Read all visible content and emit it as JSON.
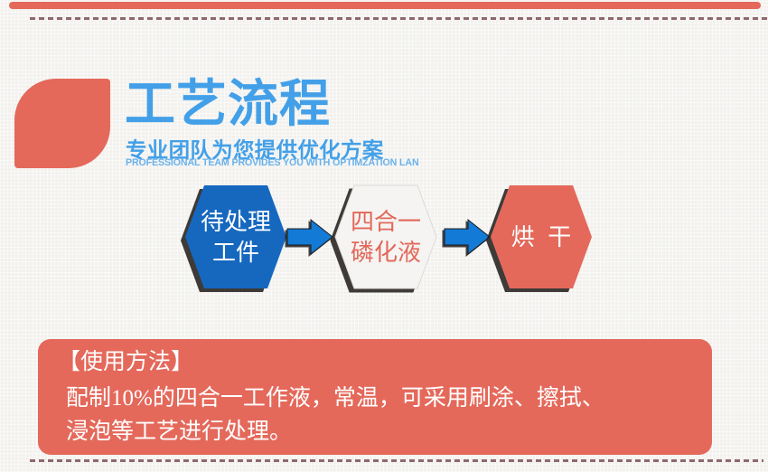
{
  "header": {
    "title": "工艺流程",
    "subtitle": "专业团队为您提供优化方案",
    "subtitle_en": "PROFESSIONAL TEAM PROVIDES YOU WITH OPTIMZATION LAN"
  },
  "flow": {
    "steps": [
      {
        "line1": "待处理",
        "line2": "工件",
        "fill": "#1668bf",
        "text_color": "#ffffff"
      },
      {
        "line1": "四合一",
        "line2": "磷化液",
        "fill": "#f5f4f2",
        "text_color": "#e2685a"
      },
      {
        "line1": "烘  干",
        "line2": "",
        "fill": "#e4695b",
        "text_color": "#ffffff"
      }
    ],
    "arrow_color": "#137ad6"
  },
  "usage": {
    "heading": "【使用方法】",
    "line1": "配制10%的四合一工作液，常温，可采用刷涂、擦拭、",
    "line2": "浸泡等工艺进行处理。"
  },
  "colors": {
    "coral": "#e4695b",
    "hex_blue": "#1668bf",
    "arrow_blue": "#137ad6",
    "title_blue": "#43a0e8",
    "english_blue": "#6ab2ea",
    "dash": "#8e686d",
    "white_hex_fill": "#f5f4f2",
    "shadow": "#232220"
  }
}
